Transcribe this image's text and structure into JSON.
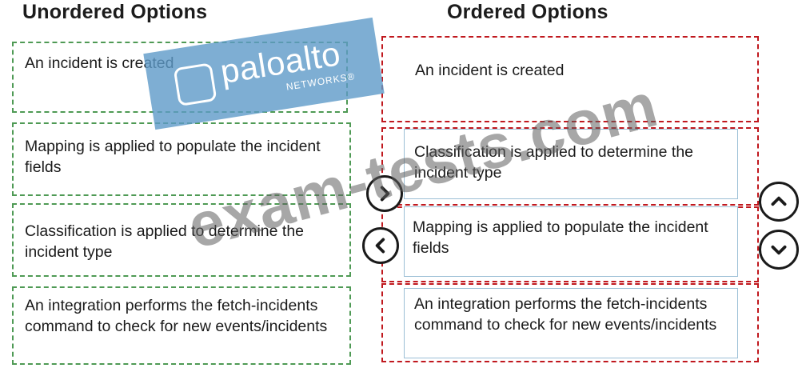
{
  "left_panel": {
    "heading": "Unordered Options",
    "items": [
      "An incident is created",
      "Mapping is applied to populate the incident fields",
      "Classification is applied to determine the incident type",
      "An integration performs the fetch-incidents command to check for new events/incidents"
    ]
  },
  "right_panel": {
    "heading": "Ordered Options",
    "items": [
      "An incident is created",
      "Classification is applied to determine the incident type",
      "Mapping is applied to populate the incident fields",
      "An integration performs the fetch-incidents command to check for new events/incidents"
    ]
  },
  "controls": {
    "move_right_icon": "chevron-right-icon",
    "move_left_icon": "chevron-left-icon",
    "move_up_icon": "chevron-up-icon",
    "move_down_icon": "chevron-down-icon"
  },
  "watermarks": {
    "site": "exam-tests.com",
    "logo_word": "paloalto",
    "logo_sub": "NETWORKS®"
  },
  "colors": {
    "unordered_border": "#4f9a55",
    "ordered_border": "#c0181e",
    "selected_item_border": "#9bbfd6",
    "logo_bg": "#5e9bc9"
  }
}
